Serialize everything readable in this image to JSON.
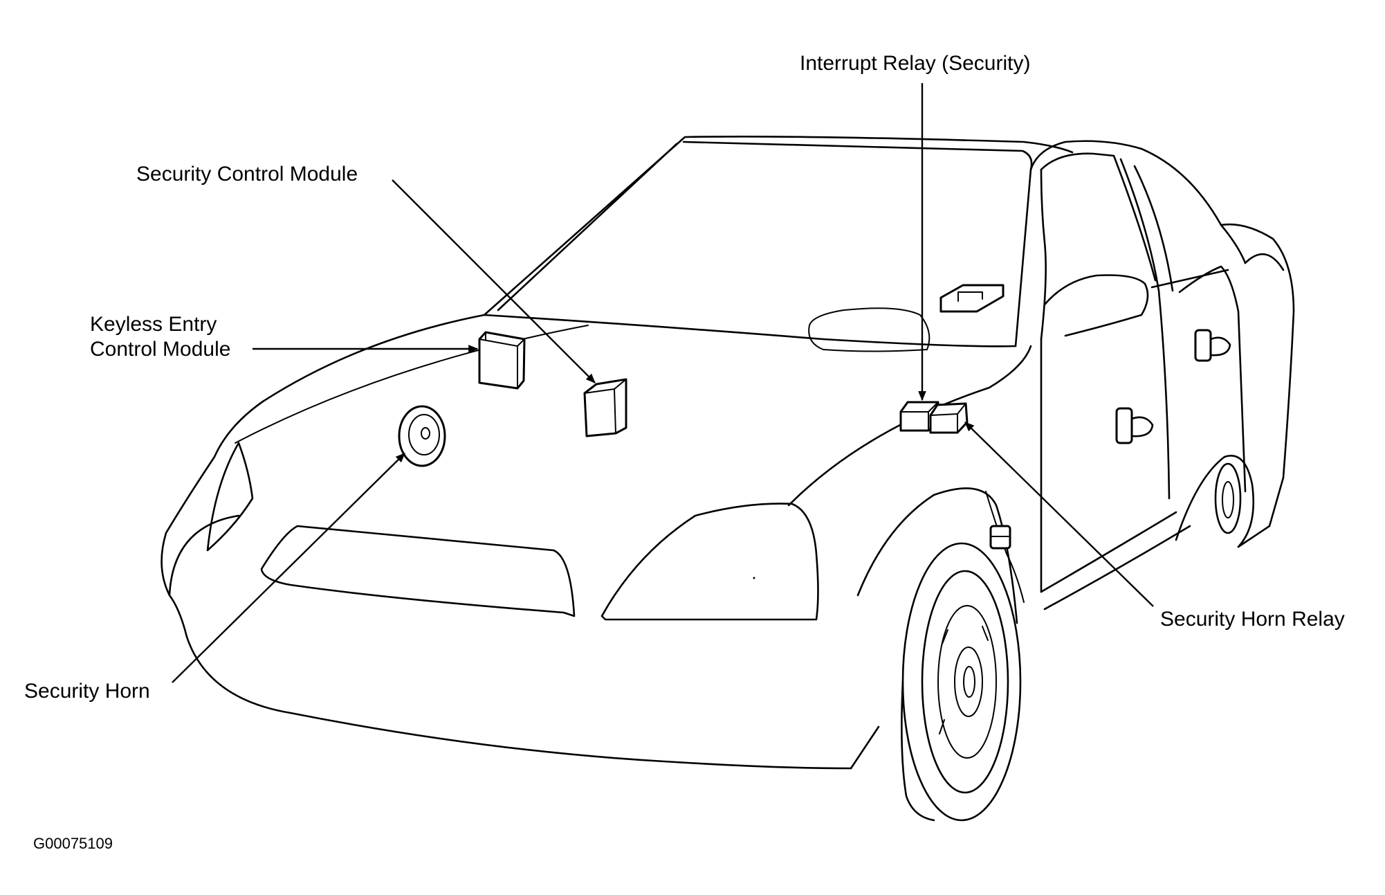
{
  "figure_id": "G00075109",
  "callouts": {
    "interrupt_relay": "Interrupt Relay (Security)",
    "security_control_module": "Security Control Module",
    "keyless_entry_line1": "Keyless Entry",
    "keyless_entry_line2": "Control Module",
    "security_horn": "Security Horn",
    "security_horn_relay": "Security Horn Relay"
  }
}
